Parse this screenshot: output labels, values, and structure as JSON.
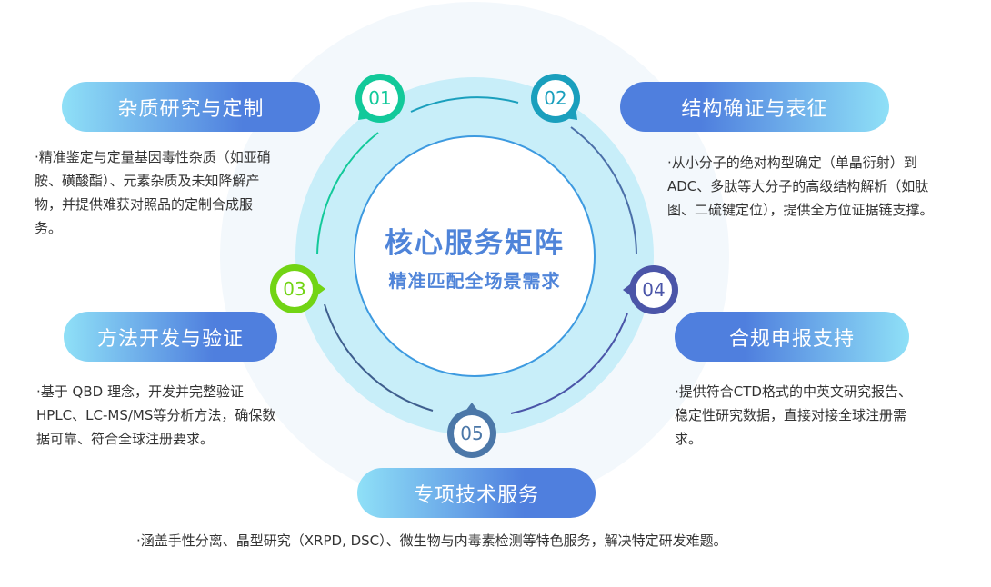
{
  "center": {
    "title": "核心服务矩阵",
    "subtitle": "精准匹配全场景需求"
  },
  "items": [
    {
      "num": "01",
      "title": "杂质研究与定制",
      "desc": "·精准鉴定与定量基因毒性杂质（如亚硝胺、磺酸酯）、元素杂质及未知降解产物，并提供难获对照品的定制合成服务。",
      "color": "#12c99a"
    },
    {
      "num": "02",
      "title": "结构确证与表征",
      "desc": "·从小分子的绝对构型确定（单晶衍射）到ADC、多肽等大分子的高级结构解析（如肽图、二硫键定位），提供全方位证据链支撑。",
      "color": "#1a9fbd"
    },
    {
      "num": "03",
      "title": "方法开发与验证",
      "desc": "·基于 QBD 理念，开发并完整验证HPLC、LC-MS/MS等分析方法，确保数据可靠、符合全球注册要求。",
      "color": "#72d414"
    },
    {
      "num": "04",
      "title": "合规申报支持",
      "desc": "·提供符合CTD格式的中英文研究报告、稳定性研究数据，直接对接全球注册需求。",
      "color": "#4b55a8"
    },
    {
      "num": "05",
      "title": "专项技术服务",
      "desc": "·涵盖手性分离、晶型研究（XRPD, DSC）、微生物与内毒素检测等特色服务，解决特定研发难题。",
      "color": "#4b77a8"
    }
  ]
}
